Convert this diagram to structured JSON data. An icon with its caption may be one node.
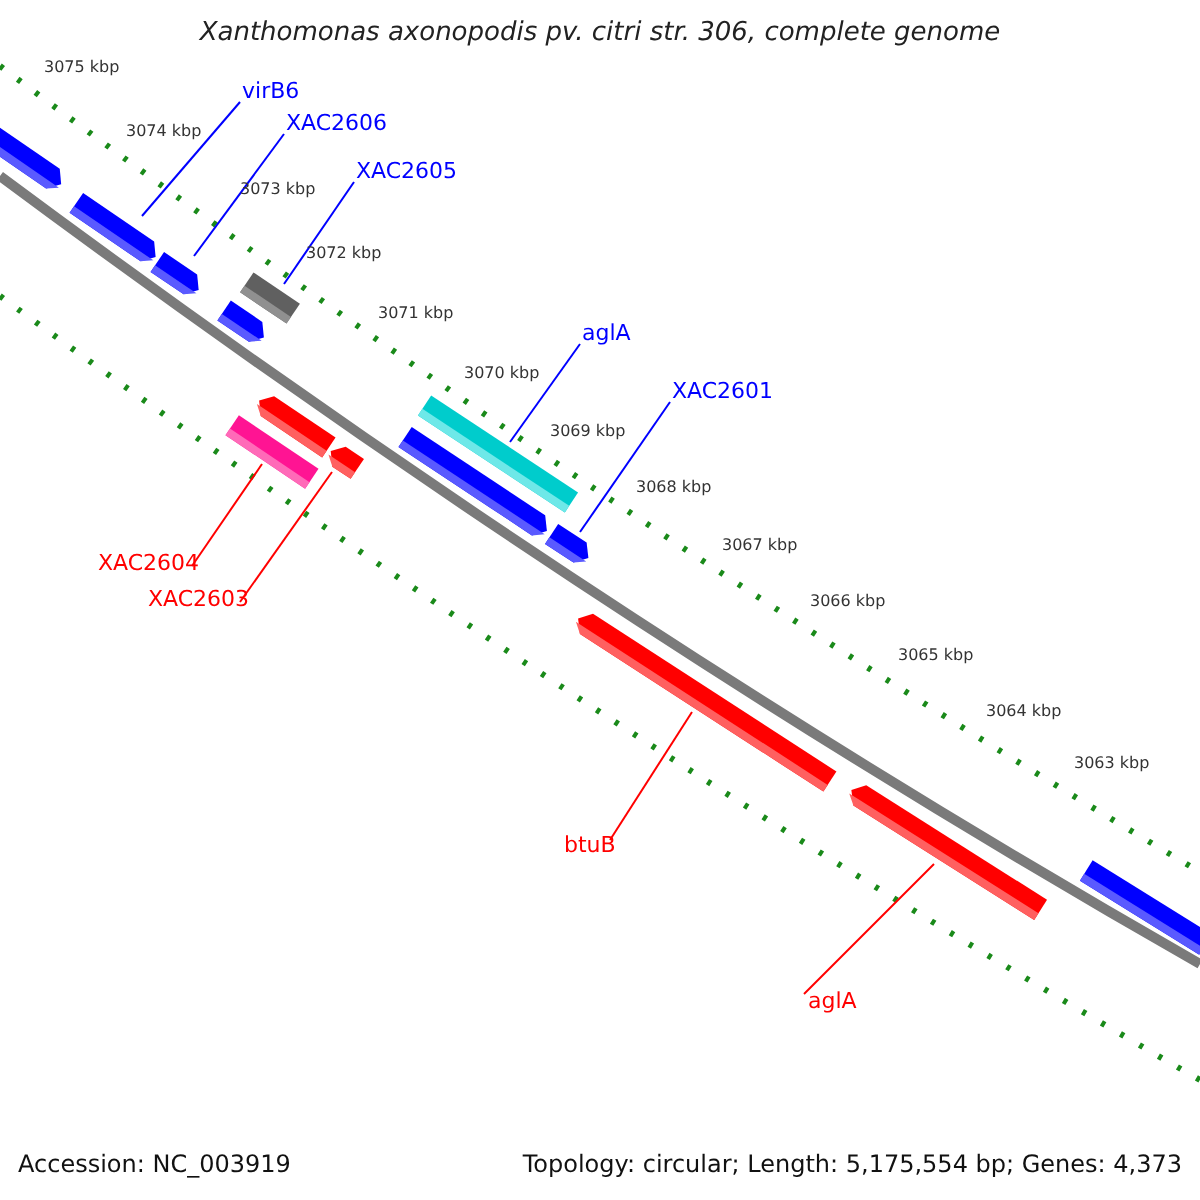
{
  "diagram": {
    "title": "Xanthomonas axonopodis pv. citri str. 306, complete genome",
    "nodes": [
      {
        "text": [
          "virB6"
        ]
      },
      {
        "text": [
          "XAC2606"
        ]
      },
      {
        "text": [
          "XAC2605"
        ]
      },
      {
        "text": [
          "aglA"
        ]
      },
      {
        "text": [
          "XAC2601"
        ]
      },
      {
        "text": [
          "XAC2604"
        ]
      },
      {
        "text": [
          "XAC2603"
        ]
      },
      {
        "text": [
          "btuB"
        ]
      },
      {
        "text": [
          "aglA"
        ]
      },
      {
        "text": [],
        "shape": "bar"
      },
      {
        "text": [],
        "shape": "bar"
      },
      {
        "text": [],
        "shape": "bar"
      },
      {
        "text": [],
        "shape": "bar"
      },
      {
        "text": [],
        "shape": "bar"
      },
      {
        "text": [],
        "shape": "bar"
      },
      {
        "text": [],
        "shape": "bar"
      },
      {
        "text": [],
        "shape": "bar"
      },
      {
        "text": [],
        "shape": "bar"
      },
      {
        "text": [],
        "shape": "bar"
      },
      {
        "text": [],
        "shape": "bar"
      },
      {
        "text": [],
        "shape": "bar"
      },
      {
        "text": [],
        "shape": "bar"
      },
      {
        "text": [],
        "shape": "bar"
      }
    ],
    "edges": [
      {
        "from": 0,
        "to": 10,
        "arrow": "none"
      },
      {
        "from": 1,
        "to": 11,
        "arrow": "none"
      },
      {
        "from": 2,
        "to": 12,
        "arrow": "none"
      },
      {
        "from": 3,
        "to": 17,
        "arrow": "none"
      },
      {
        "from": 4,
        "to": 19,
        "arrow": "none"
      },
      {
        "from": 5,
        "to": 15,
        "arrow": "none",
        "color": "#ff0000"
      },
      {
        "from": 6,
        "to": 16,
        "arrow": "none",
        "color": "#ff0000"
      },
      {
        "from": 7,
        "to": 20,
        "arrow": "none",
        "color": "#ff0000"
      },
      {
        "from": 8,
        "to": 21,
        "arrow": "none",
        "color": "#ff0000"
      }
    ],
    "labels": [
      "3075 kbp",
      "3074 kbp",
      "3073 kbp",
      "3072 kbp",
      "3071 kbp",
      "3070 kbp",
      "3069 kbp",
      "3068 kbp",
      "3067 kbp",
      "3066 kbp",
      "3065 kbp",
      "3064 kbp",
      "3063 kbp",
      "Accession: NC_003919",
      "Topology: circular; Length: 5,175,554 bp; Genes: 4,373"
    ]
  }
}
